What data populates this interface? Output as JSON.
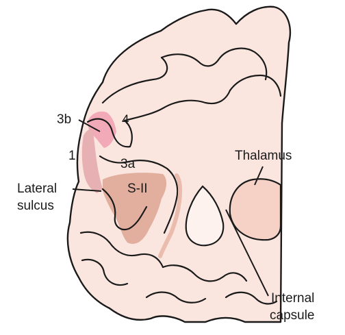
{
  "figure": {
    "labels": {
      "area_3b": "3b",
      "area_4": "4",
      "area_1": "1",
      "area_3a": "3a",
      "s2": "S-II",
      "lateral_line1": "Lateral",
      "lateral_line2": "sulcus",
      "thalamus": "Thalamus",
      "internal_line1": "Internal",
      "internal_line2": "capsule"
    },
    "colors": {
      "tissue": "#fbe6df",
      "area_3b": "#f2a9b8",
      "area_1": "#e7b0b3",
      "s2_region": "#dfa898",
      "thalamus_fill": "#f6d2c6",
      "outline": "#1a1a1a"
    }
  }
}
